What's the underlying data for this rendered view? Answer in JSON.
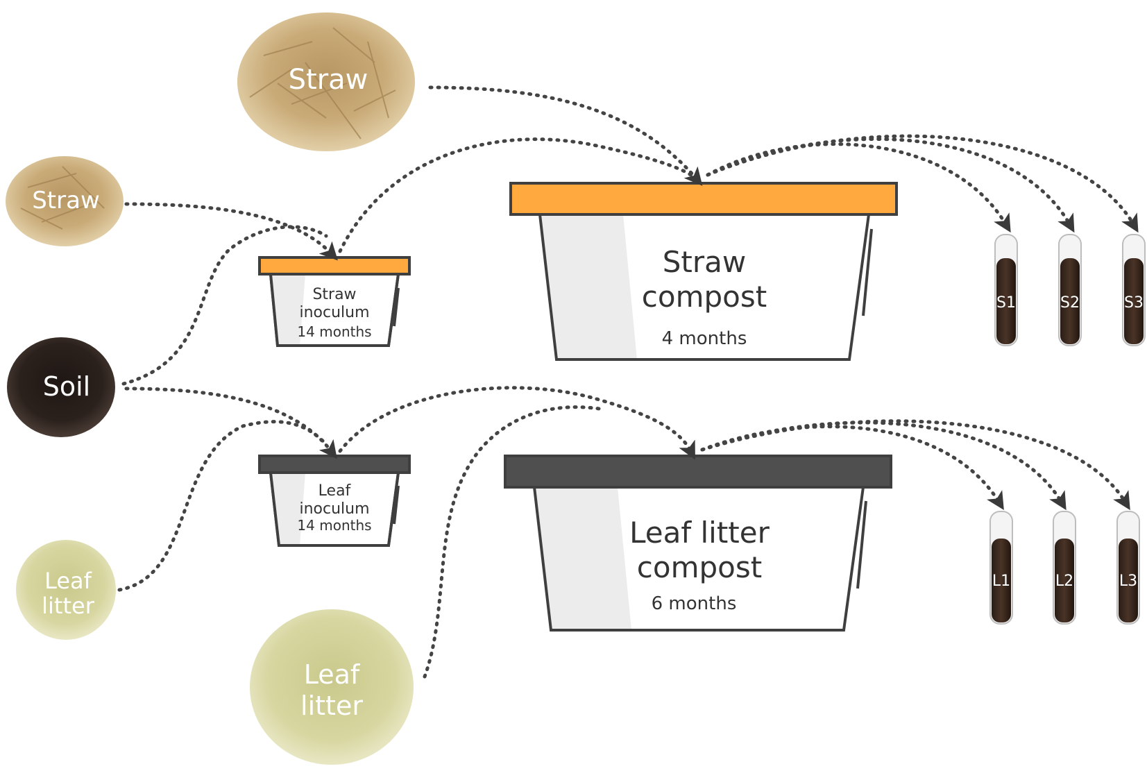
{
  "colors": {
    "straw_lid": "#FFA93F",
    "leaf_lid": "#4F4F4F",
    "outline": "#3F3F3F",
    "arrow": "#444444"
  },
  "materials": {
    "straw_top": "Straw",
    "straw_left": "Straw",
    "soil": "Soil",
    "leaf_left_line1": "Leaf",
    "leaf_left_line2": "litter",
    "leaf_bottom_line1": "Leaf",
    "leaf_bottom_line2": "litter"
  },
  "inoculum": {
    "straw": {
      "line1": "Straw",
      "line2": "inoculum",
      "duration": "14 months"
    },
    "leaf": {
      "line1": "Leaf",
      "line2": "inoculum",
      "duration": "14 months"
    }
  },
  "compost": {
    "straw": {
      "line1": "Straw",
      "line2": "compost",
      "duration": "4 months"
    },
    "leaf": {
      "line1": "Leaf litter",
      "line2": "compost",
      "duration": "6 months"
    }
  },
  "samples": {
    "straw": [
      "S1",
      "S2",
      "S3"
    ],
    "leaf": [
      "L1",
      "L2",
      "L3"
    ]
  }
}
